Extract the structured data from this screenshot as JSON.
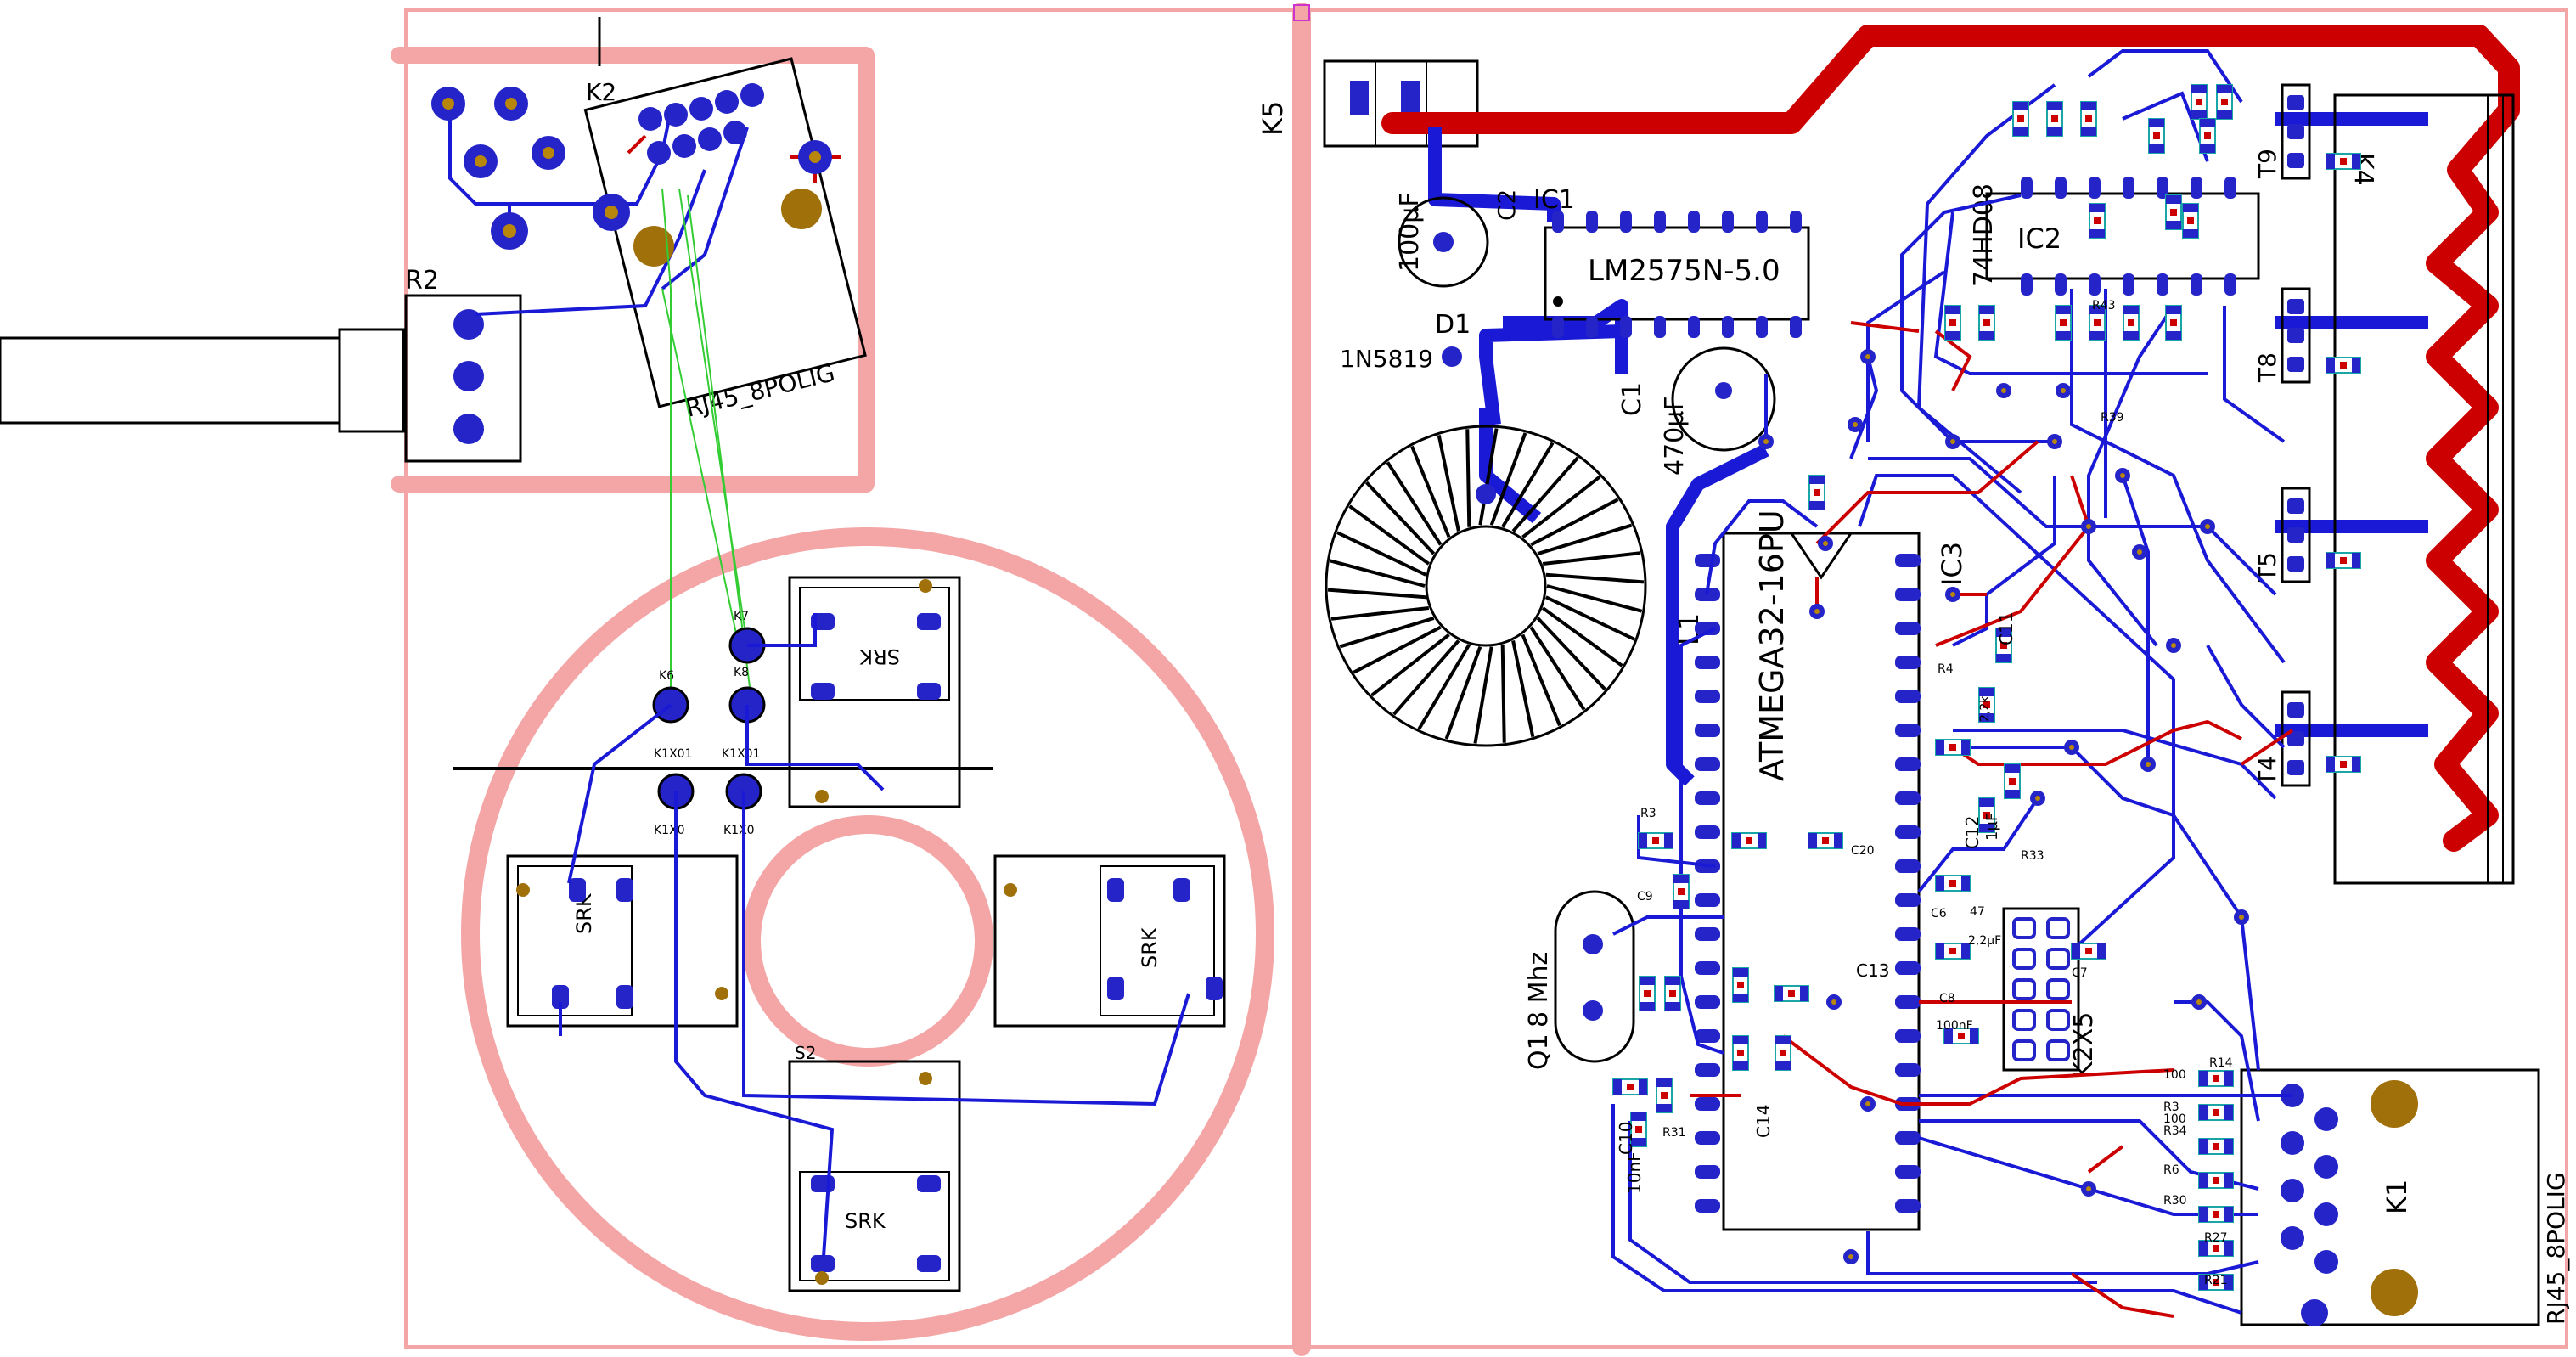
{
  "colors": {
    "board_outline": "#f4a6a6",
    "bottom_trace": "#1a1ad6",
    "top_trace": "#cc0000",
    "pad": "#2424c8",
    "pad_hole": "#b8860b",
    "silkscreen": "#000000",
    "airwire": "#33cc33",
    "value_text": "#1aa6a6",
    "mount_hole": "#a0700a"
  },
  "left_board": {
    "connector_rj45": {
      "ref": "K2",
      "value": "RJ45_8POLIG"
    },
    "potentiometer": {
      "ref": "R2"
    },
    "touch_pads": [
      {
        "label": "K7"
      },
      {
        "label": "K8"
      },
      {
        "label": "K6"
      }
    ],
    "pad_labels": [
      "K1X01",
      "K1X01",
      "K1X0",
      "K1X0"
    ],
    "buttons": [
      {
        "label": "SRK"
      },
      {
        "label": "SRK"
      },
      {
        "label": "SRK"
      },
      {
        "label": "SRK"
      },
      {
        "label": "S2"
      }
    ]
  },
  "right_board": {
    "k5": "K5",
    "ic1": {
      "ref": "IC1",
      "value": "LM2575N-5.0"
    },
    "c2": {
      "ref": "C2",
      "value": "100µF"
    },
    "d1": {
      "ref": "D1",
      "value": "1N5819"
    },
    "c1": {
      "ref": "C1",
      "value": "470µF"
    },
    "l1": "L1",
    "ic2": {
      "ref": "IC2",
      "value": "74HD08"
    },
    "ic3": {
      "ref": "IC3",
      "value": "ATMEGA32-16PU"
    },
    "crystal": {
      "ref": "Q1",
      "value": "8 Mhz"
    },
    "header": "K2X5",
    "rj45": {
      "ref": "K1",
      "value": "RJ45_8POLIG"
    },
    "k4": "K4",
    "transistors": [
      "T9",
      "T8",
      "T5",
      "T4"
    ],
    "small_labels": {
      "r4": "R4",
      "r3": "R3",
      "r33": "R33",
      "r14": "R14",
      "r34": "R34",
      "r6": "R6",
      "r30": "R30",
      "r27": "R27",
      "r21": "R21",
      "r31": "R31",
      "r39": "R39",
      "r43": "R43",
      "c11": "C11",
      "c12": "C12",
      "c13": "C13",
      "c9": "C9",
      "c8": "C8",
      "c7": "C7",
      "c10": "C10",
      "c6": "C6",
      "c14": "C14",
      "c20": "C20",
      "v100": "100",
      "v100b": "100",
      "v47": "47",
      "v100nf": "100nF",
      "v10nf": "10nF",
      "v1uf": "1µF",
      "v22uf": "2,2µF",
      "v22k": "2,2k"
    }
  }
}
